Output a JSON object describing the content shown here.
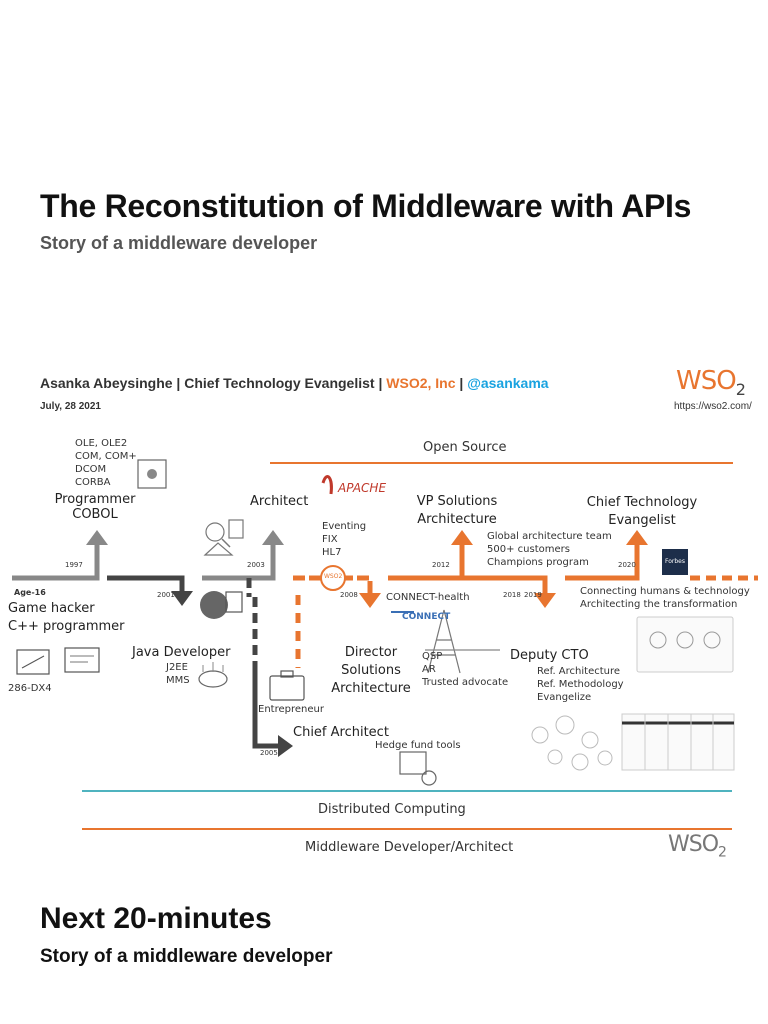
{
  "slide": {
    "title": "The Reconstitution of Middleware with APIs",
    "subtitle": "Story of a middleware developer",
    "next_title": "Next 20-minutes",
    "next_subtitle": "Story of a middleware developer"
  },
  "header": {
    "name": "Asanka Abeysinghe",
    "sep1": " | ",
    "role": "Chief Technology Evangelist",
    "sep2": " | ",
    "org": "WSO2, Inc",
    "sep3": " | ",
    "handle": "@asankama",
    "date": "July, 28 2021",
    "url": "https://wso2.com/",
    "logo_text": "WSO",
    "logo_sub": "2"
  },
  "bands": {
    "open_source": "Open Source",
    "distributed": "Distributed Computing",
    "middleware": "Middleware Developer/Architect"
  },
  "colors": {
    "orange": "#e8752f",
    "gray": "#888888",
    "dark": "#444444",
    "teal": "#4fb3bf"
  },
  "roles": {
    "age": "Age-16",
    "game1": "Game hacker",
    "game2": "C++ programmer",
    "pc": "286-DX4",
    "prog_tech": [
      "OLE, OLE2",
      "COM, COM+",
      "DCOM",
      "CORBA"
    ],
    "programmer1": "Programmer",
    "programmer2": "COBOL",
    "java": "Java Developer",
    "java_tech": [
      "J2EE",
      "MMS"
    ],
    "architect": "Architect",
    "arch_tech": [
      "Eventing",
      "FIX",
      "HL7"
    ],
    "entrepreneur": "Entrepreneur",
    "chief_arch": "Chief Architect",
    "chief_tech": "Hedge fund tools",
    "director": [
      "Director",
      "Solutions",
      "Architecture"
    ],
    "director_tech": [
      "QSP",
      "AR",
      "Trusted advocate"
    ],
    "connect_health": "CONNECT-health",
    "connect_logo": "CONNECT",
    "apache": "APACHE",
    "vp": [
      "VP Solutions",
      "Architecture"
    ],
    "vp_tech": [
      "Global architecture team",
      "500+ customers",
      "Champions program"
    ],
    "deputy": "Deputy CTO",
    "deputy_tech": [
      "Ref. Architecture",
      "Ref. Methodology",
      "Evangelize"
    ],
    "cte": [
      "Chief Technology",
      "Evangelist"
    ],
    "cte_tech": [
      "Connecting humans & technology",
      "Architecting the transformation"
    ],
    "forbes": "Forbes",
    "wso2_node": "WSO2"
  },
  "years": {
    "y1997": "1997",
    "y2001": "2001",
    "y2003": "2003",
    "y2005": "2005",
    "y2008": "2008",
    "y2012": "2012",
    "y2018": "2018",
    "y2019": "2019",
    "y2020": "2020"
  }
}
